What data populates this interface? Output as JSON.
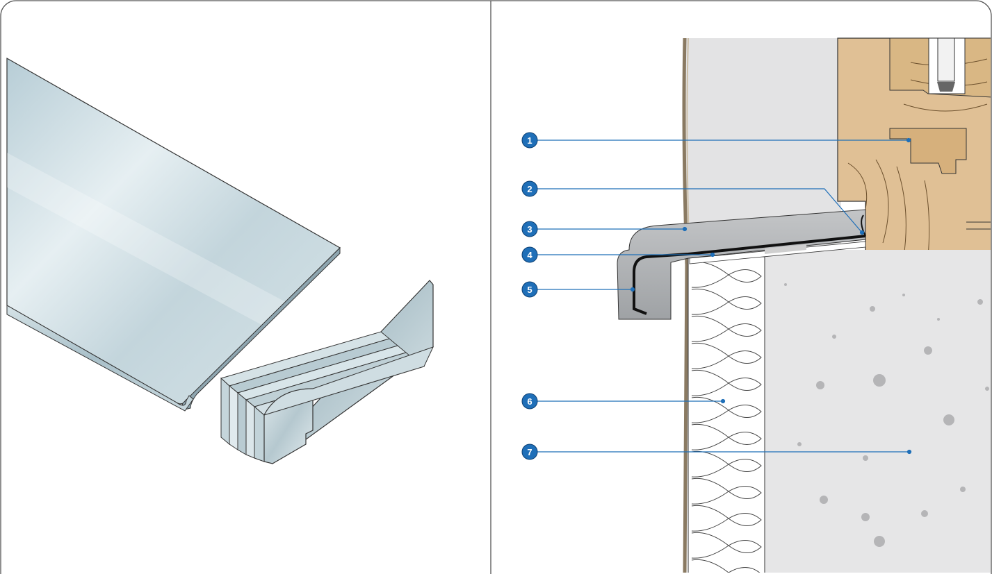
{
  "panels": [
    {
      "id": "product",
      "description_name": "sill-and-endcap-illustration"
    },
    {
      "id": "section",
      "description_name": "sill-cross-section-diagram"
    }
  ],
  "callouts": [
    {
      "number": "1",
      "color": "#1f6fb8"
    },
    {
      "number": "2",
      "color": "#1f6fb8"
    },
    {
      "number": "3",
      "color": "#1f6fb8"
    },
    {
      "number": "4",
      "color": "#1f6fb8"
    },
    {
      "number": "5",
      "color": "#1f6fb8"
    },
    {
      "number": "6",
      "color": "#1f6fb8"
    },
    {
      "number": "7",
      "color": "#1f6fb8"
    }
  ],
  "colors": {
    "frame": "#555555",
    "metal": "#c9d9df",
    "plaster": "#e3e3e4",
    "wood": "#e0c095",
    "insulation": "#ffffff",
    "concrete": "#e6e6e7",
    "sill_section": "#b9bbbd",
    "leader": "#1f6fb8"
  }
}
